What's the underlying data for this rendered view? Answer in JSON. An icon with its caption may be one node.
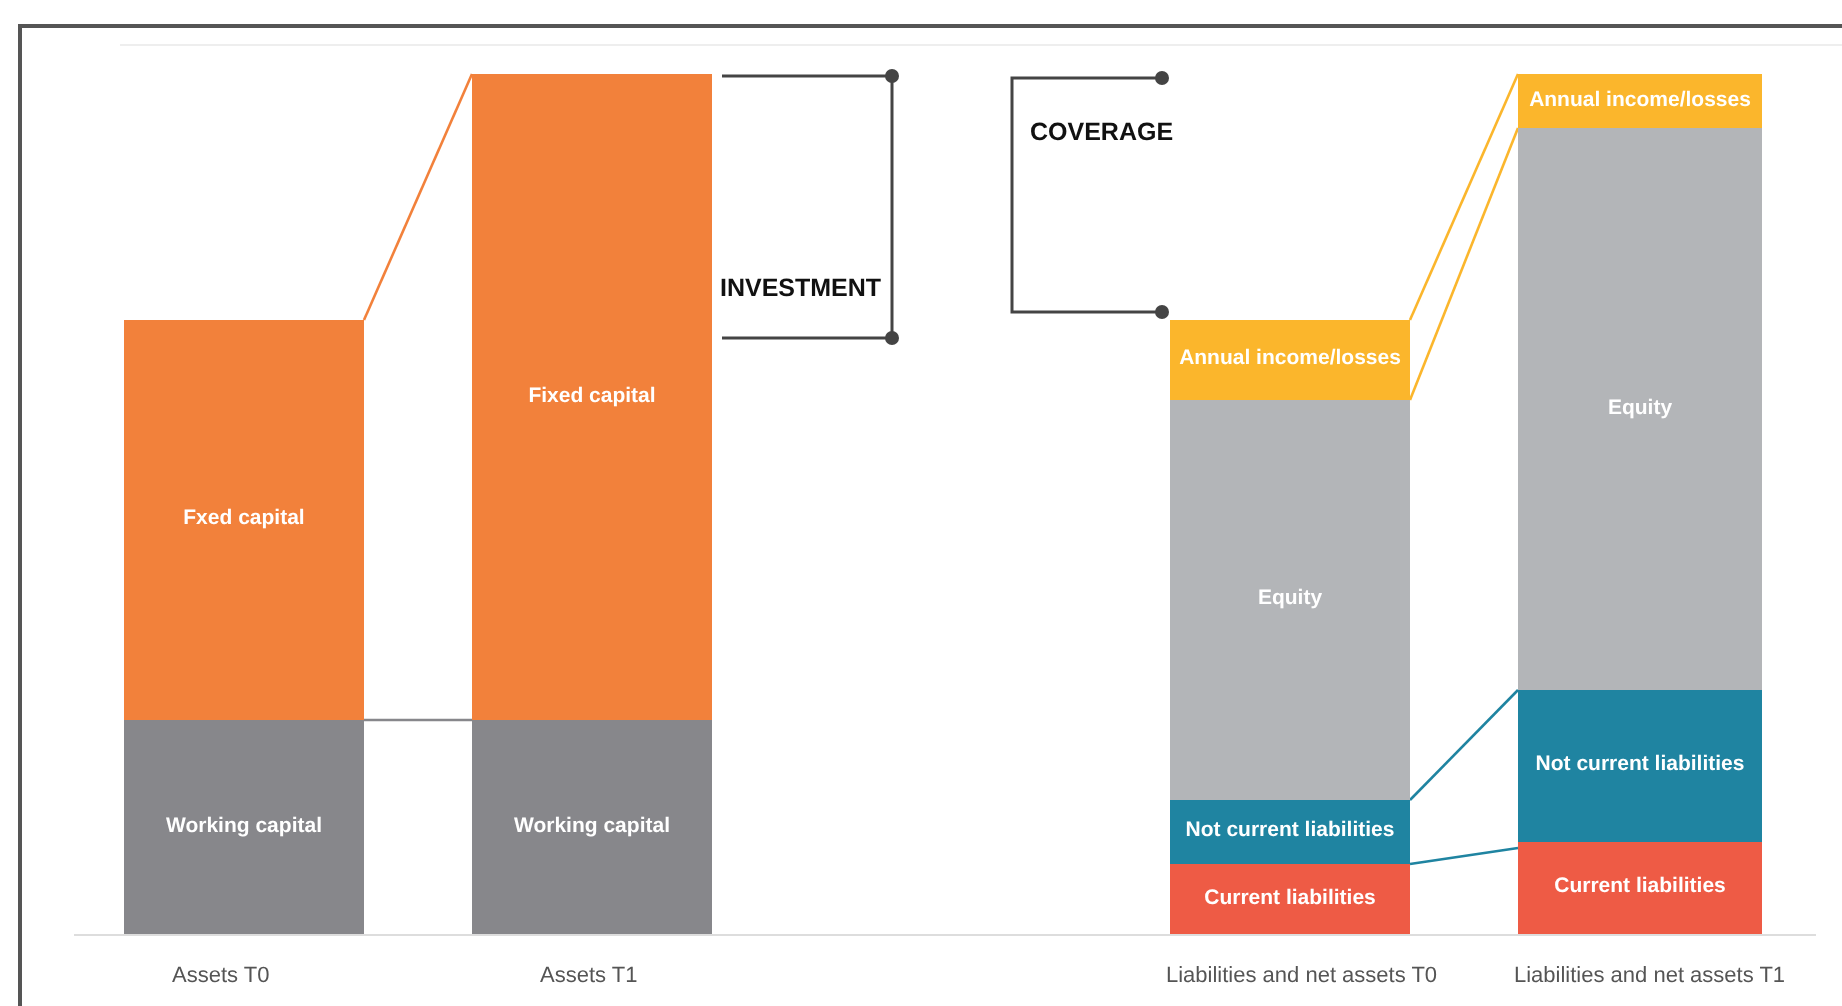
{
  "diagram": {
    "nodes": [
      {
        "text": [
          "Fxed capital"
        ]
      },
      {
        "text": [
          "Working capital"
        ]
      },
      {
        "text": [
          "Fixed capital"
        ]
      },
      {
        "text": [
          "Working capital"
        ]
      },
      {
        "text": [
          "Annual income/losses"
        ]
      },
      {
        "text": [
          "Equity"
        ]
      },
      {
        "text": [
          "Not current liabilities"
        ]
      },
      {
        "text": [
          "Current liabilities"
        ]
      },
      {
        "text": [
          "Annual income/losses"
        ]
      },
      {
        "text": [
          "Equity"
        ]
      },
      {
        "text": [
          "Not current liabilities"
        ]
      },
      {
        "text": [
          "Current liabilities"
        ]
      }
    ],
    "edges": [
      {
        "from": 0,
        "to": 2,
        "arrow": "none",
        "color": "#f2813b"
      },
      {
        "from": 1,
        "to": 3,
        "arrow": "none",
        "color": "#87878b"
      },
      {
        "from": 4,
        "to": 8,
        "arrow": "none",
        "color": "#fbb62c"
      },
      {
        "from": 4,
        "to": 8,
        "arrow": "none",
        "color": "#fbb62c"
      },
      {
        "from": 6,
        "to": 10,
        "arrow": "none",
        "color": "#1f84a1"
      },
      {
        "from": 7,
        "to": 11,
        "arrow": "none",
        "color": "#1f84a1"
      }
    ],
    "labels": [
      "INVESTMENT",
      "COVERAGE",
      "Assets T0",
      "Assets T1",
      "Liabilities and net assets T0",
      "Liabilities and net assets T1"
    ]
  }
}
